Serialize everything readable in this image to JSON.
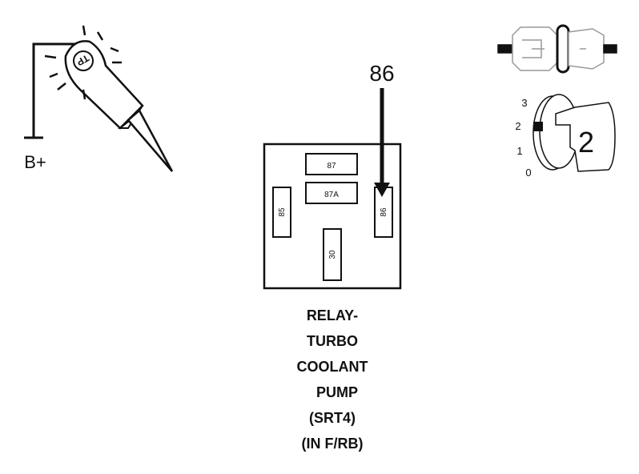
{
  "test_light": {
    "label": "B+",
    "logo": "TP"
  },
  "relay": {
    "callout_label": "86",
    "terminals": {
      "t87": "87",
      "t87a": "87A",
      "t85": "85",
      "t86": "86",
      "t30": "30"
    },
    "caption_lines": [
      "RELAY-",
      "TURBO",
      "COOLANT",
      "PUMP",
      "(SRT4)",
      "(IN F/RB)"
    ]
  },
  "ignition": {
    "positions": [
      "3",
      "2",
      "1",
      "0"
    ],
    "key_label": "2"
  }
}
